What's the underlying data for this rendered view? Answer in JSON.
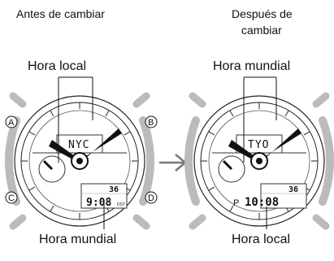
{
  "before": {
    "caption": "Antes de cambiar",
    "top_label": "Hora local",
    "bottom_label": "Hora mundial",
    "city": "NYC",
    "date": "36",
    "time": "9:08",
    "indicator": "DST"
  },
  "after": {
    "caption_line1": "Después de",
    "caption_line2": "cambiar",
    "top_label": "Hora mundial",
    "bottom_label": "Hora local",
    "city": "TYO",
    "date": "36",
    "time": "10:08",
    "pm_indicator": "P"
  },
  "buttons": {
    "a": "A",
    "b": "B",
    "c": "C",
    "d": "D"
  },
  "icons": {
    "arrow": "right-arrow-icon"
  }
}
